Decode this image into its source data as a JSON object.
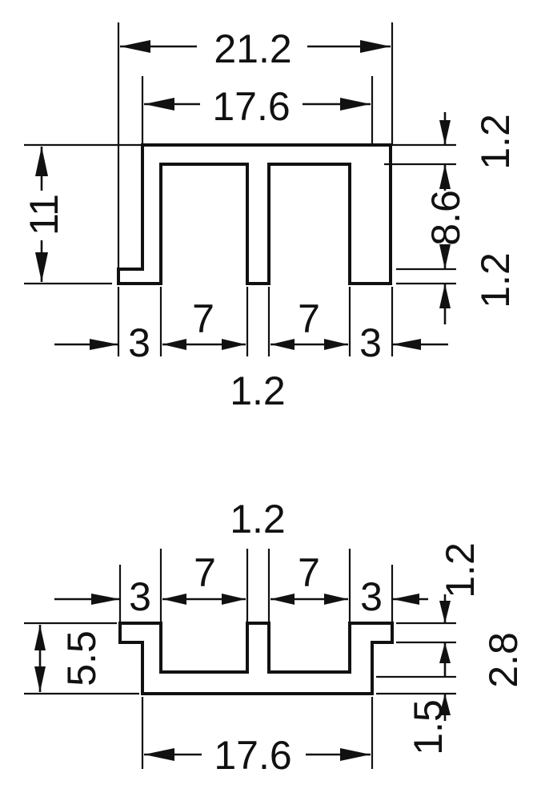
{
  "upper_profile": {
    "overall_width": "21.2",
    "inner_width": "17.6",
    "height": "11",
    "top_thickness": "1.2",
    "inner_depth": "8.6",
    "flange_thickness": "1.2",
    "flange_left": "3",
    "channel_left": "7",
    "channel_right": "7",
    "flange_right": "3",
    "center_wall": "1.2"
  },
  "lower_profile": {
    "center_wall": "1.2",
    "flange_left": "3",
    "channel_left": "7",
    "channel_right": "7",
    "flange_right": "3",
    "height": "5.5",
    "top_thickness": "1.2",
    "channel_depth": "2.8",
    "base_thickness": "1.5",
    "bottom_width": "17.6"
  }
}
